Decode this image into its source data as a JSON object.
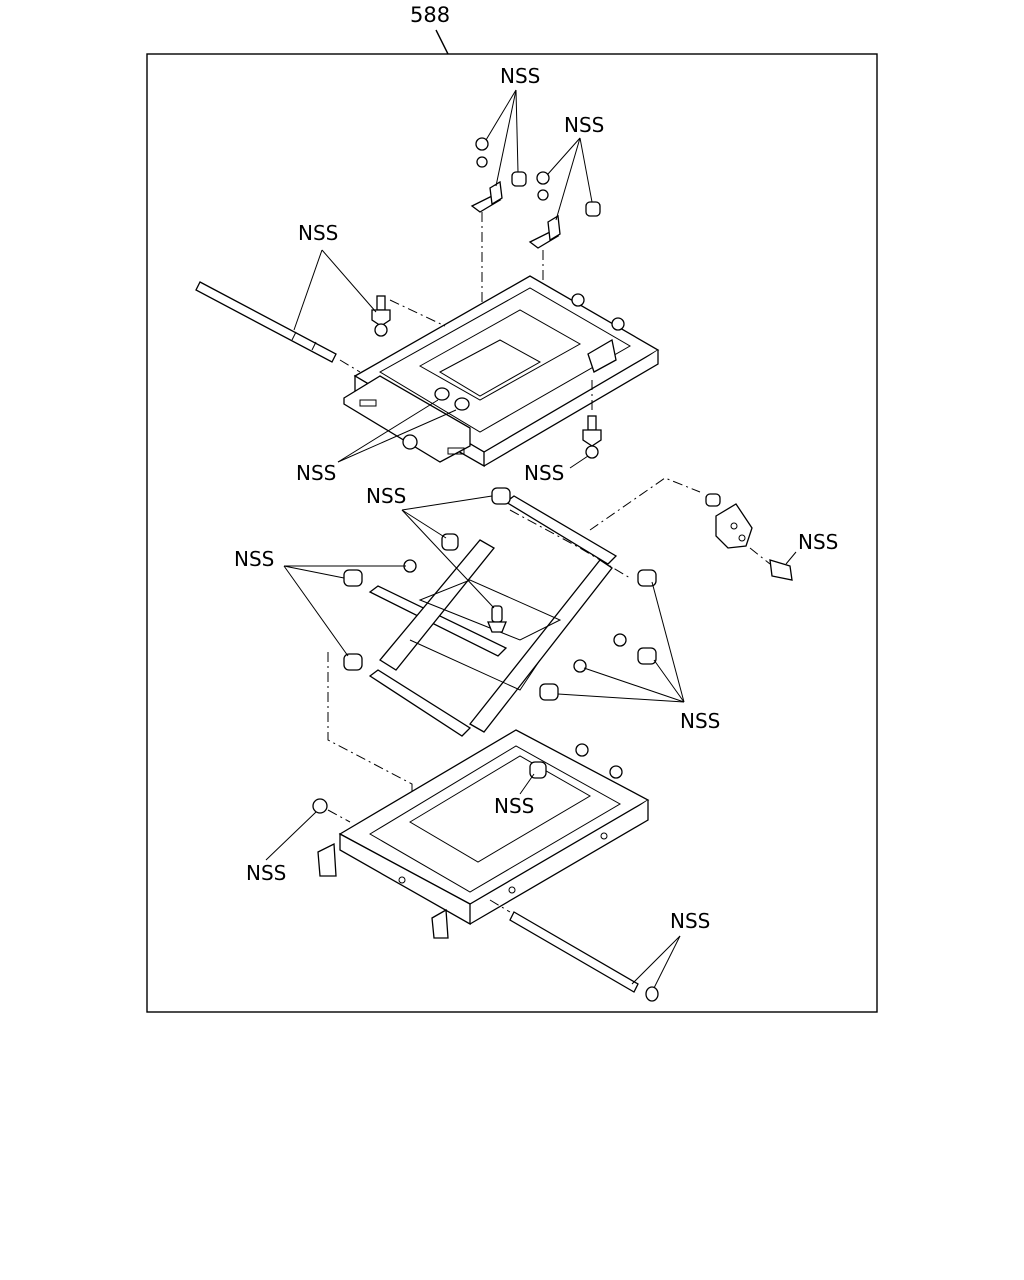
{
  "reference_number": "588",
  "callouts": [
    {
      "id": "top-nut-left",
      "text": "NSS"
    },
    {
      "id": "top-nut-right",
      "text": "NSS"
    },
    {
      "id": "upper-rod",
      "text": "NSS"
    },
    {
      "id": "upper-rings",
      "text": "NSS"
    },
    {
      "id": "upper-bolt",
      "text": "NSS"
    },
    {
      "id": "mid-bushing-top",
      "text": "NSS"
    },
    {
      "id": "mid-bushing-left",
      "text": "NSS"
    },
    {
      "id": "lever-bolt",
      "text": "NSS"
    },
    {
      "id": "mid-bushing-right",
      "text": "NSS"
    },
    {
      "id": "lower-frame-bushing",
      "text": "NSS"
    },
    {
      "id": "lower-ring-left",
      "text": "NSS"
    },
    {
      "id": "lower-rod",
      "text": "NSS"
    }
  ]
}
